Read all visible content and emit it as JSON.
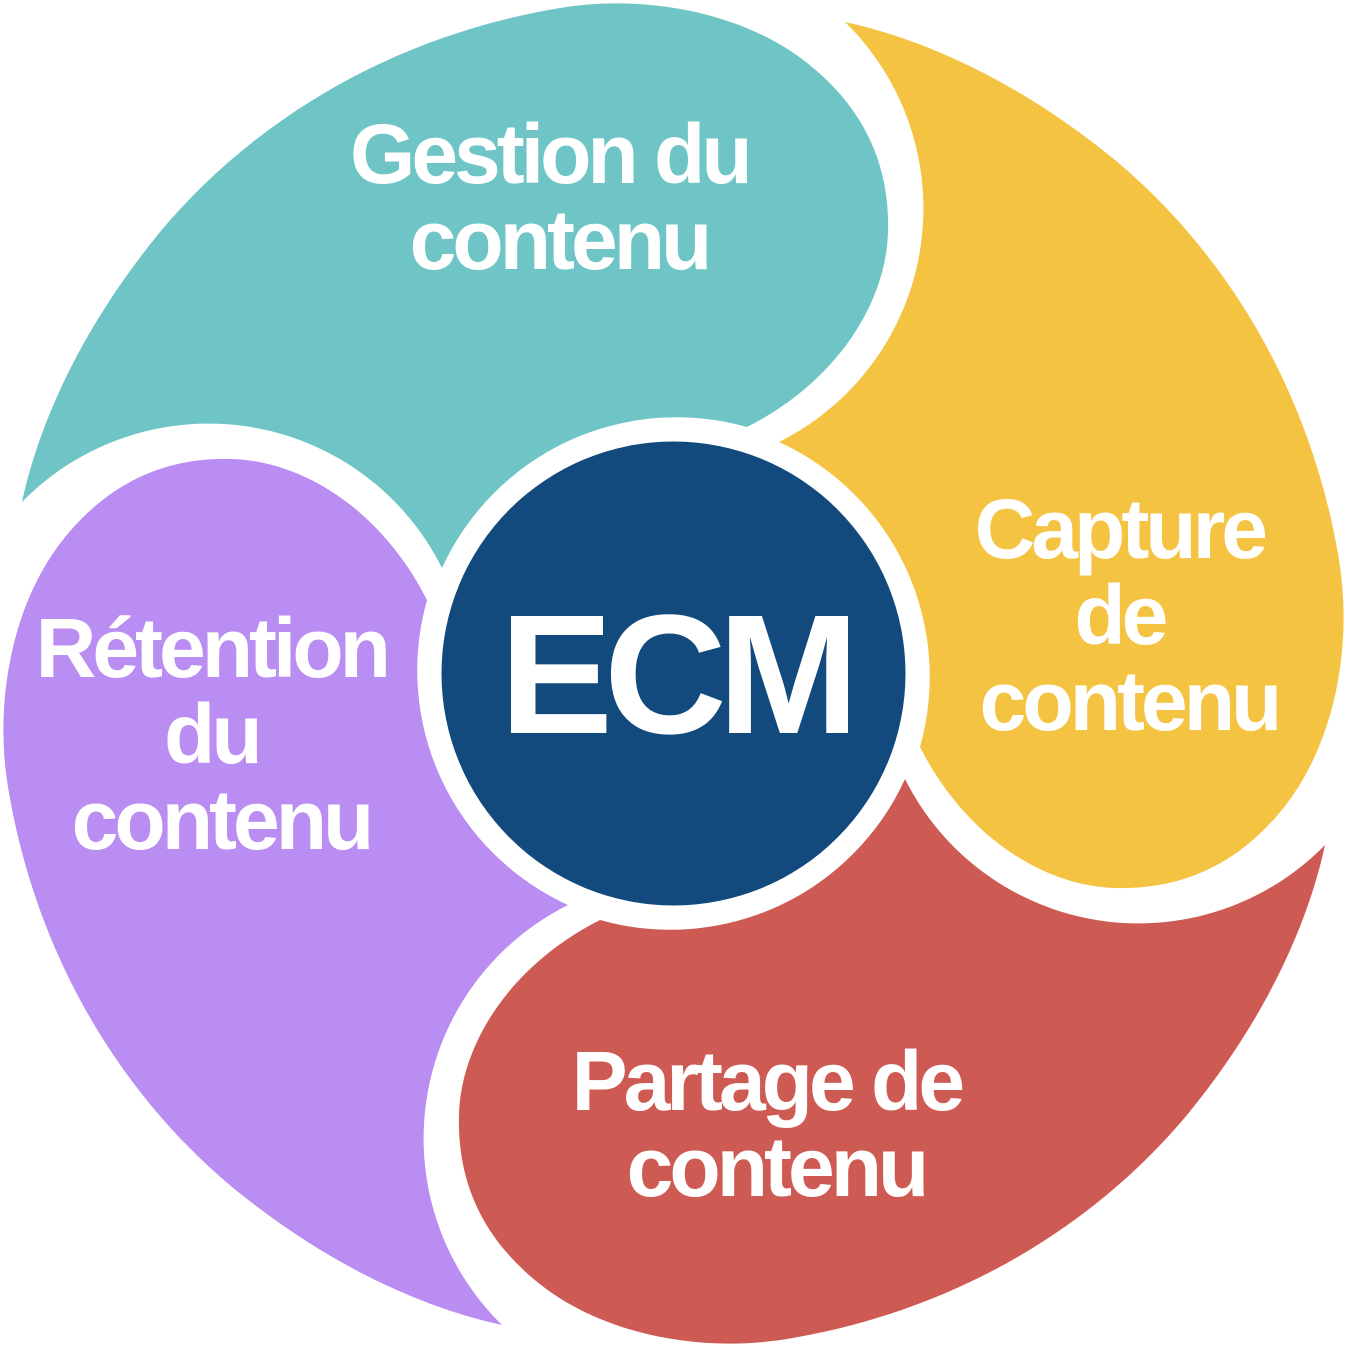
{
  "diagram": {
    "center": {
      "label": "ECM",
      "color": "#124A7E"
    },
    "segments": [
      {
        "id": "gestion",
        "label": "Gestion du contenu",
        "lines": [
          "Gestion du",
          "contenu"
        ],
        "color": "#6FC5C6"
      },
      {
        "id": "capture",
        "label": "Capture de contenu",
        "lines": [
          "Capture",
          "de",
          "contenu"
        ],
        "color": "#F5C342"
      },
      {
        "id": "partage",
        "label": "Partage de contenu",
        "lines": [
          "Partage de",
          "contenu"
        ],
        "color": "#CE5B53"
      },
      {
        "id": "retention",
        "label": "Rétention du contenu",
        "lines": [
          "Rétention",
          "du",
          "contenu"
        ],
        "color": "#B98DF1"
      }
    ]
  }
}
